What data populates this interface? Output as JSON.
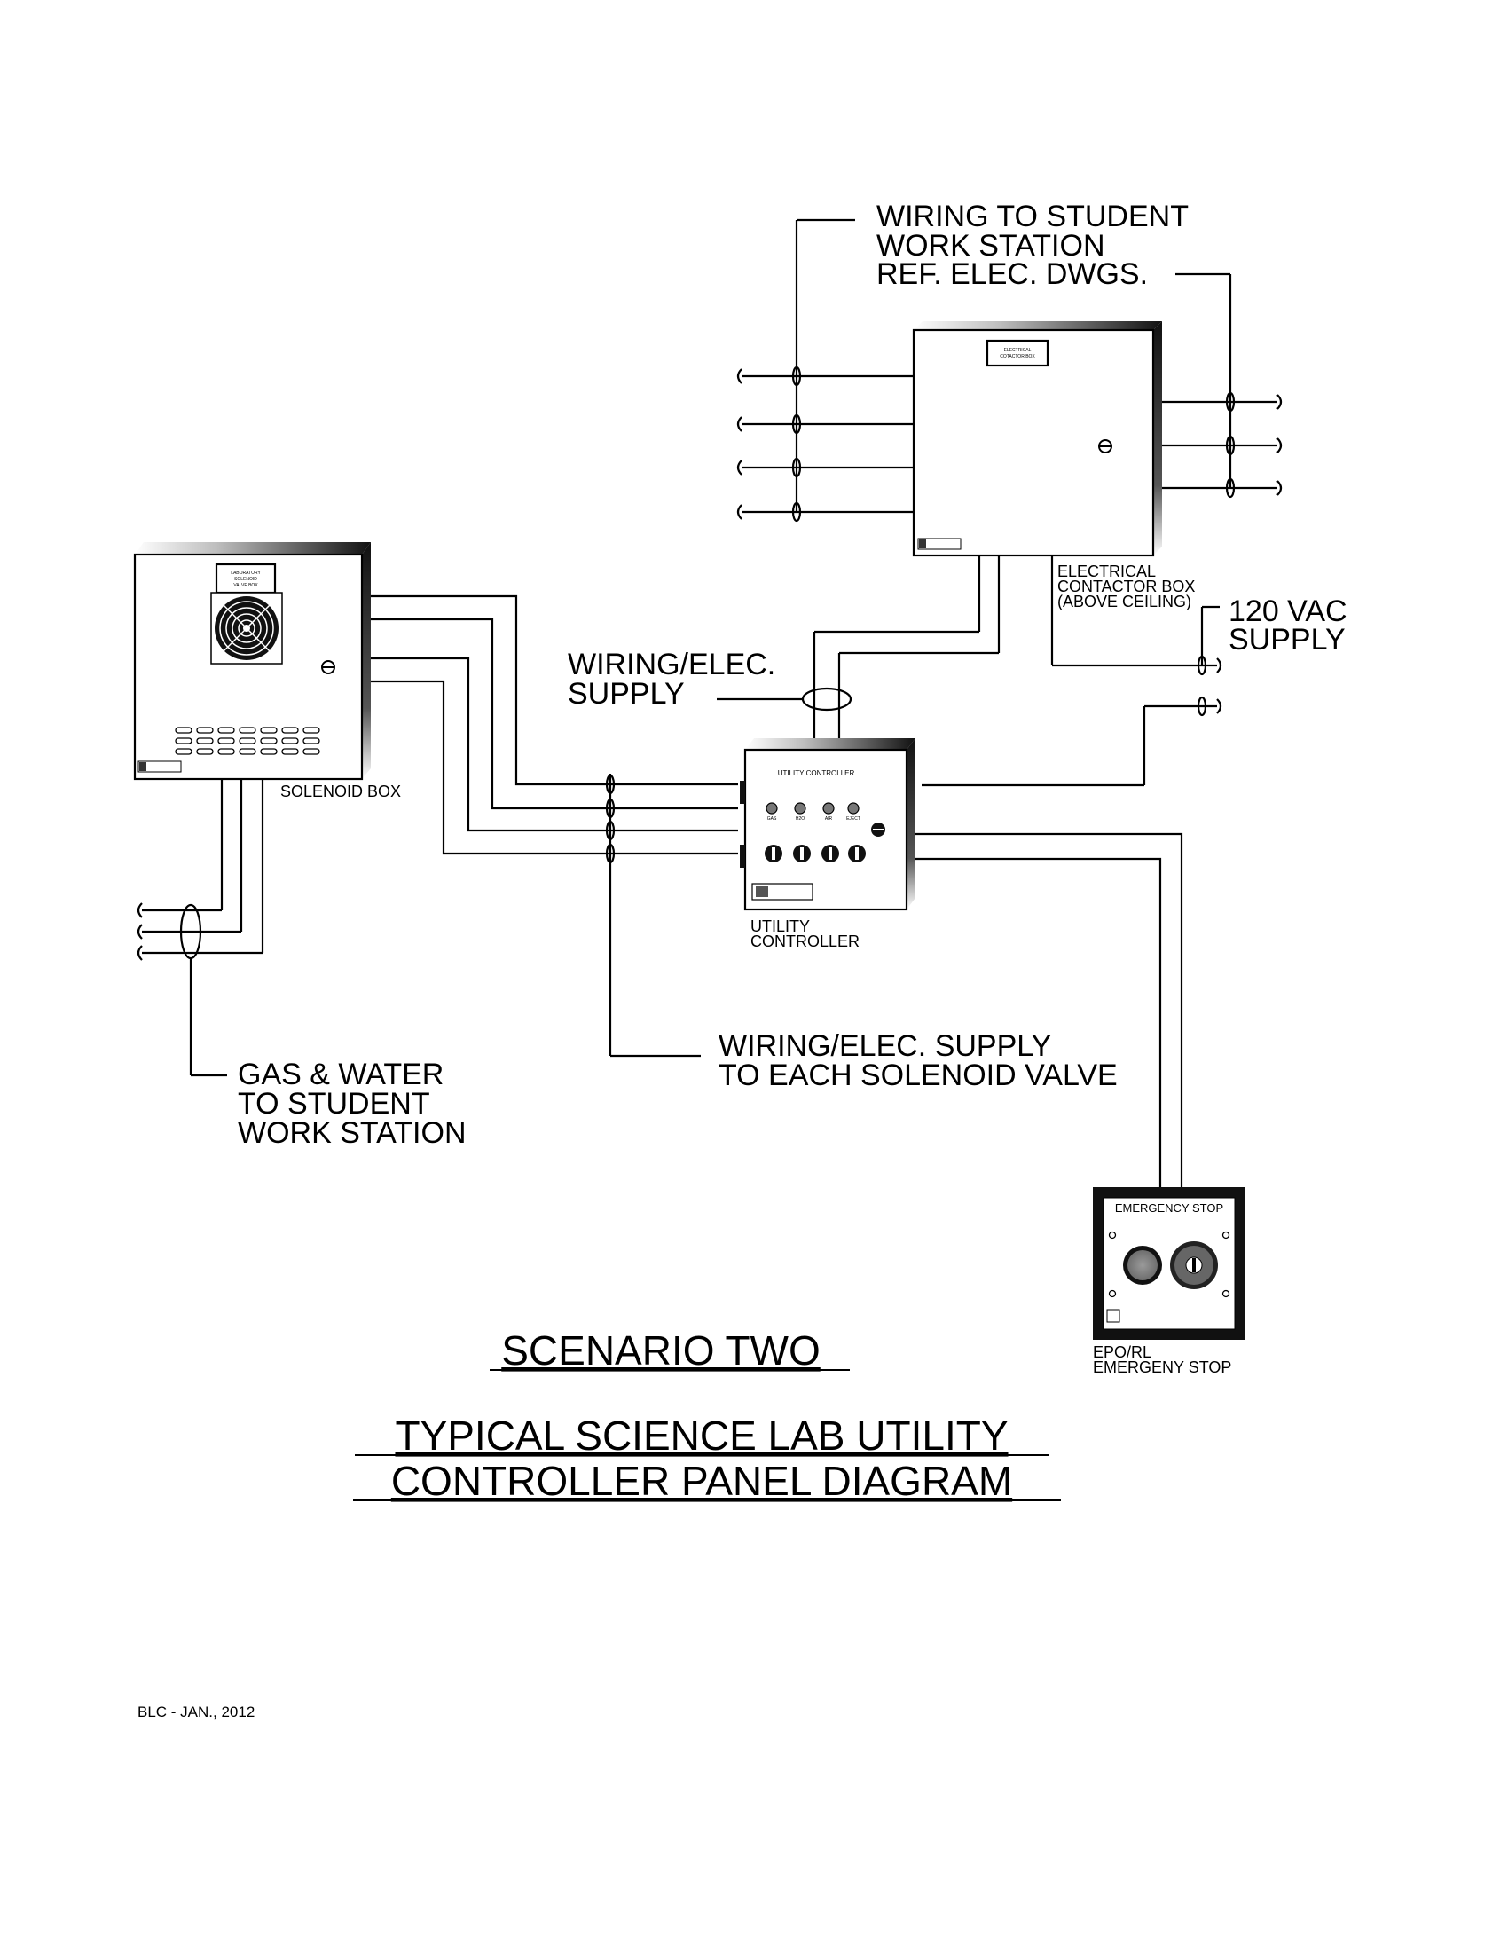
{
  "labels": {
    "wiring_to_student": [
      "WIRING TO STUDENT",
      "WORK STATION",
      "REF. ELEC. DWGS."
    ],
    "contactor_box_caption": [
      "ELECTRICAL",
      "CONTACTOR BOX",
      "(ABOVE CEILING)"
    ],
    "contactor_plate": [
      "ELECTRICAL",
      "COTACTOR BOX"
    ],
    "vac_supply": [
      "120 VAC",
      "SUPPLY"
    ],
    "wiring_elec_supply": [
      "WIRING/ELEC.",
      "SUPPLY"
    ],
    "solenoid_plate": [
      "LABORATORY",
      "SOLENOID",
      "VALVE BOX"
    ],
    "solenoid_caption": "SOLENOID BOX",
    "controller_panel_title": "UTILITY CONTROLLER",
    "controller_lamps": [
      "GAS",
      "H2O",
      "AIR",
      "EJECT"
    ],
    "controller_caption": [
      "UTILITY",
      "CONTROLLER"
    ],
    "solenoid_valve_wiring": [
      "WIRING/ELEC. SUPPLY",
      "TO EACH SOLENOID VALVE"
    ],
    "gas_water": [
      "GAS & WATER",
      "TO STUDENT",
      "WORK STATION"
    ],
    "emergency_panel_title": "EMERGENCY STOP",
    "epo_caption": [
      "EPO/RL",
      "EMERGENY STOP"
    ],
    "main_title": [
      "SCENARIO TWO",
      "TYPICAL SCIENCE LAB UTILITY",
      "CONTROLLER PANEL DIAGRAM"
    ],
    "footer": "BLC - JAN., 2012"
  }
}
